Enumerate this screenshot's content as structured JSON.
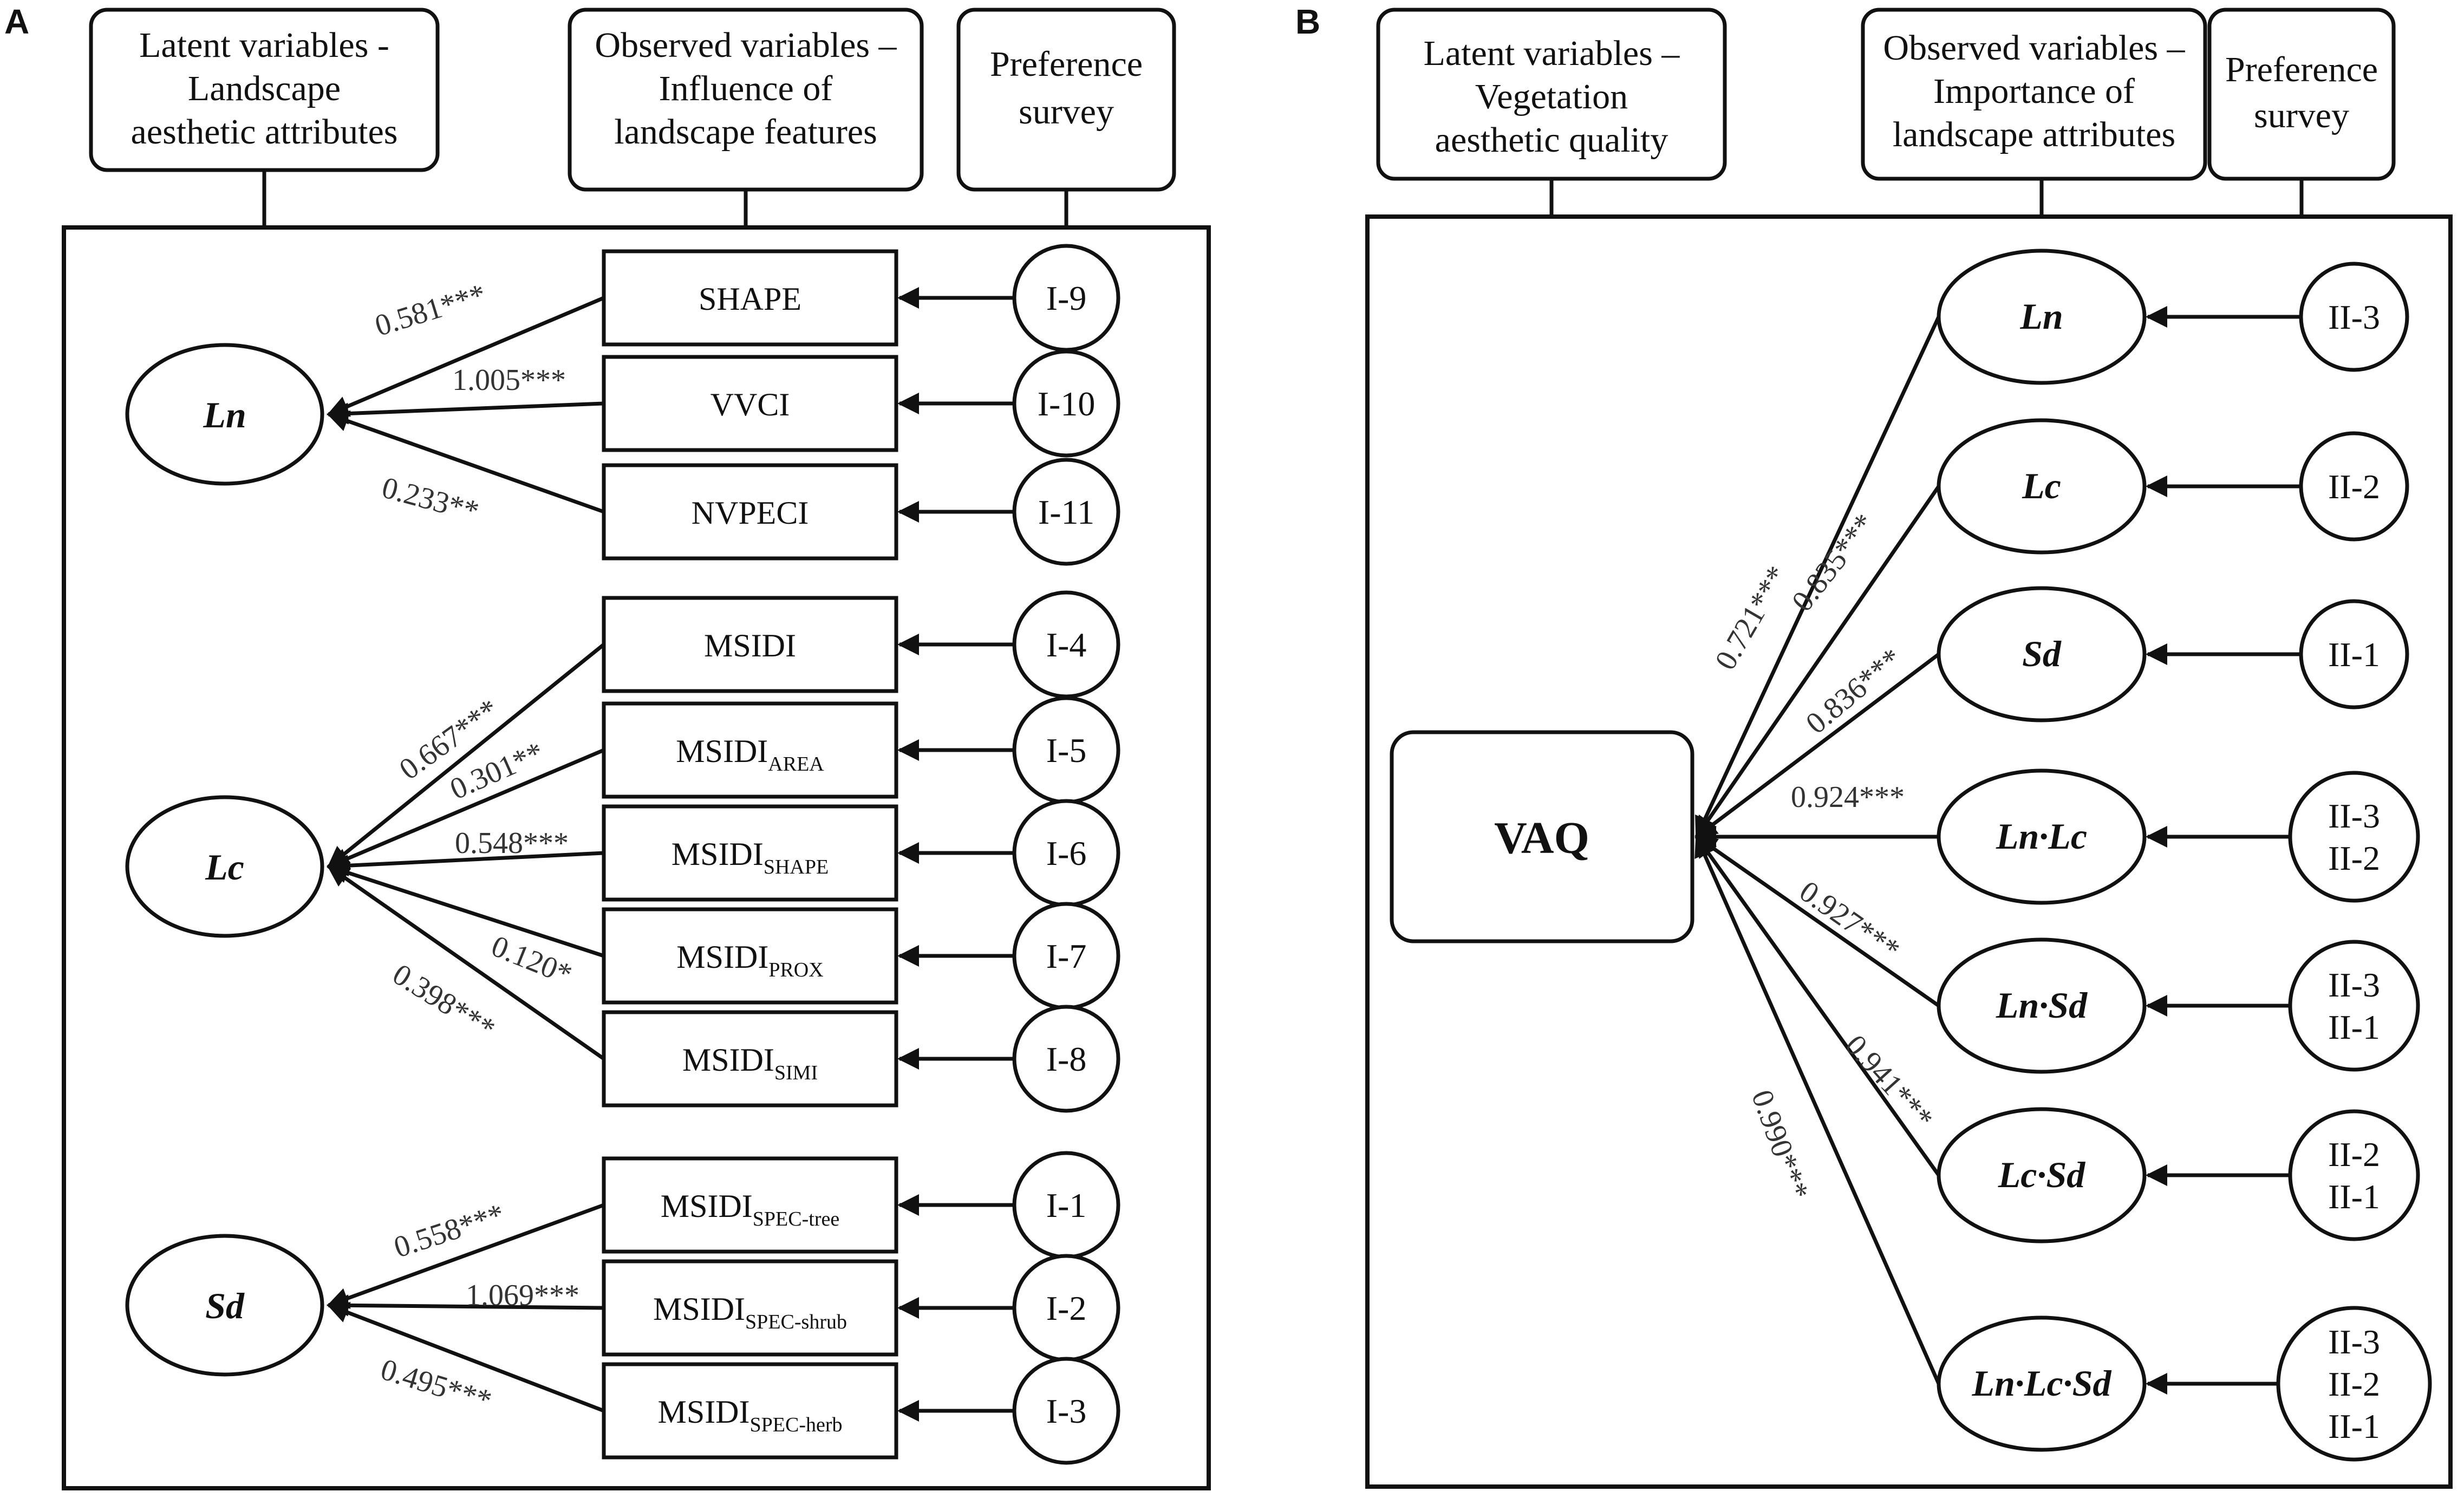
{
  "panel_a": {
    "label": "A",
    "headers": {
      "latent": [
        "Latent variables -",
        "Landscape",
        "aesthetic attributes"
      ],
      "observed": [
        "Observed variables –",
        "Influence of",
        "landscape features"
      ],
      "survey": [
        "Preference",
        "survey"
      ]
    },
    "latents": [
      {
        "id": "ln",
        "name": "Ln"
      },
      {
        "id": "lc",
        "name": "Lc"
      },
      {
        "id": "sd",
        "name": "Sd"
      }
    ],
    "observed": [
      {
        "main": "SHAPE",
        "sub": "",
        "survey": "I-9",
        "coef": "0.581***"
      },
      {
        "main": "VVCI",
        "sub": "",
        "survey": "I-10",
        "coef": "1.005***"
      },
      {
        "main": "NVPECI",
        "sub": "",
        "survey": "I-11",
        "coef": "0.233**"
      },
      {
        "main": "MSIDI",
        "sub": "",
        "survey": "I-4",
        "coef": "0.667***"
      },
      {
        "main": "MSIDI",
        "sub": "AREA",
        "survey": "I-5",
        "coef": "0.301**"
      },
      {
        "main": "MSIDI",
        "sub": "SHAPE",
        "survey": "I-6",
        "coef": "0.548***"
      },
      {
        "main": "MSIDI",
        "sub": "PROX",
        "survey": "I-7",
        "coef": "0.120*"
      },
      {
        "main": "MSIDI",
        "sub": "SIMI",
        "survey": "I-8",
        "coef": "0.398***"
      },
      {
        "main": "MSIDI",
        "sub": "SPEC-tree",
        "survey": "I-1",
        "coef": "0.558***"
      },
      {
        "main": "MSIDI",
        "sub": "SPEC-shrub",
        "survey": "I-2",
        "coef": "1.069***"
      },
      {
        "main": "MSIDI",
        "sub": "SPEC-herb",
        "survey": "I-3",
        "coef": "0.495***"
      }
    ]
  },
  "panel_b": {
    "label": "B",
    "headers": {
      "latent": [
        "Latent variables –",
        "Vegetation",
        "aesthetic quality"
      ],
      "observed": [
        "Observed variables –",
        "Importance of",
        "landscape attributes"
      ],
      "survey": [
        "Preference",
        "survey"
      ]
    },
    "root": "VAQ",
    "attributes": [
      {
        "name": "Ln",
        "coef": "0.721***",
        "survey": [
          "II-3"
        ]
      },
      {
        "name": "Lc",
        "coef": "0.835***",
        "survey": [
          "II-2"
        ]
      },
      {
        "name": "Sd",
        "coef": "0.836***",
        "survey": [
          "II-1"
        ]
      },
      {
        "name": "Ln·Lc",
        "coef": "0.924***",
        "survey": [
          "II-3",
          "II-2"
        ]
      },
      {
        "name": "Ln·Sd",
        "coef": "0.927***",
        "survey": [
          "II-3",
          "II-1"
        ]
      },
      {
        "name": "Lc·Sd",
        "coef": "0.941***",
        "survey": [
          "II-2",
          "II-1"
        ]
      },
      {
        "name": "Ln·Lc·Sd",
        "coef": "0.990***",
        "survey": [
          "II-3",
          "II-2",
          "II-1"
        ]
      }
    ]
  }
}
